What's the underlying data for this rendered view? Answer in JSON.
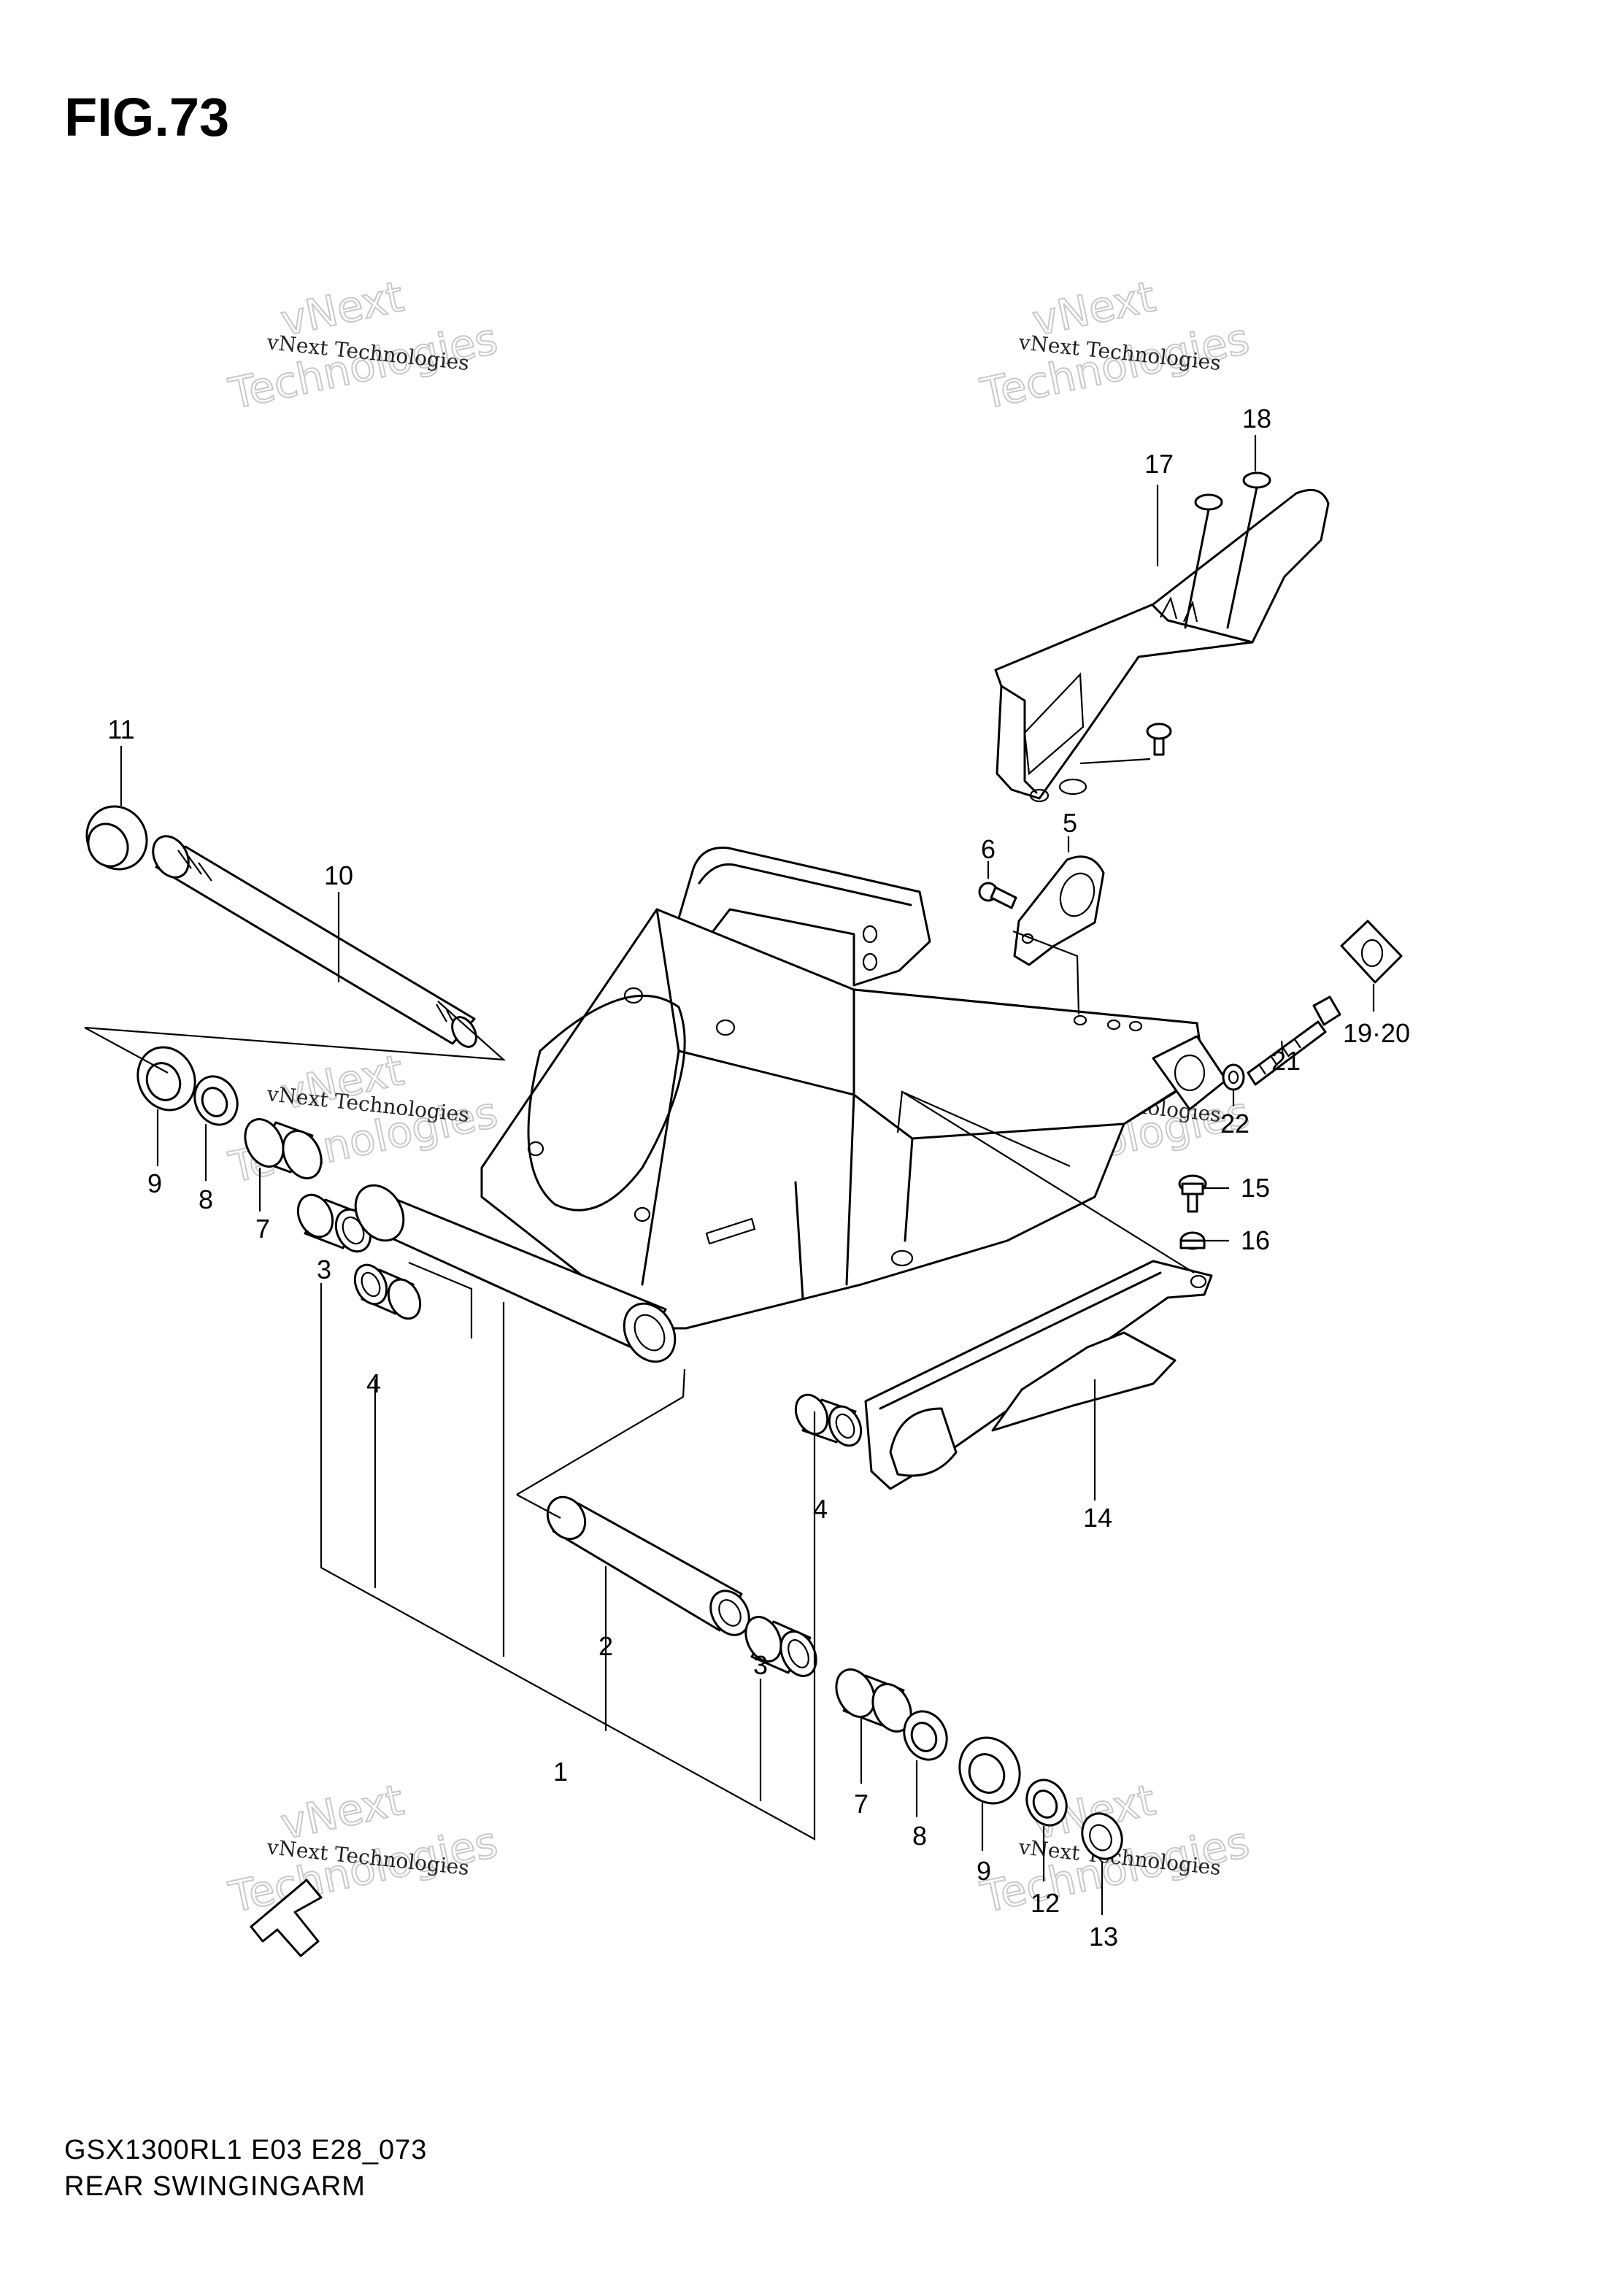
{
  "figure": {
    "title": "FIG.73"
  },
  "footer": {
    "model_code": "GSX1300RL1 E03 E28_073",
    "diagram_name": "REAR SWINGINGARM"
  },
  "watermark": {
    "line1": "vNext Technologies",
    "line2": "vNext",
    "line3": "Technologies"
  },
  "callouts": [
    {
      "id": "c1",
      "label": "1"
    },
    {
      "id": "c2",
      "label": "2"
    },
    {
      "id": "c3a",
      "label": "3"
    },
    {
      "id": "c3b",
      "label": "3"
    },
    {
      "id": "c4a",
      "label": "4"
    },
    {
      "id": "c4b",
      "label": "4"
    },
    {
      "id": "c5",
      "label": "5"
    },
    {
      "id": "c6",
      "label": "6"
    },
    {
      "id": "c7a",
      "label": "7"
    },
    {
      "id": "c7b",
      "label": "7"
    },
    {
      "id": "c8a",
      "label": "8"
    },
    {
      "id": "c8b",
      "label": "8"
    },
    {
      "id": "c9a",
      "label": "9"
    },
    {
      "id": "c9b",
      "label": "9"
    },
    {
      "id": "c10",
      "label": "10"
    },
    {
      "id": "c11",
      "label": "11"
    },
    {
      "id": "c12",
      "label": "12"
    },
    {
      "id": "c13",
      "label": "13"
    },
    {
      "id": "c14",
      "label": "14"
    },
    {
      "id": "c15",
      "label": "15"
    },
    {
      "id": "c16",
      "label": "16"
    },
    {
      "id": "c17",
      "label": "17"
    },
    {
      "id": "c18",
      "label": "18"
    },
    {
      "id": "c1920",
      "label": "19·20"
    },
    {
      "id": "c21",
      "label": "21"
    },
    {
      "id": "c22",
      "label": "22"
    }
  ]
}
